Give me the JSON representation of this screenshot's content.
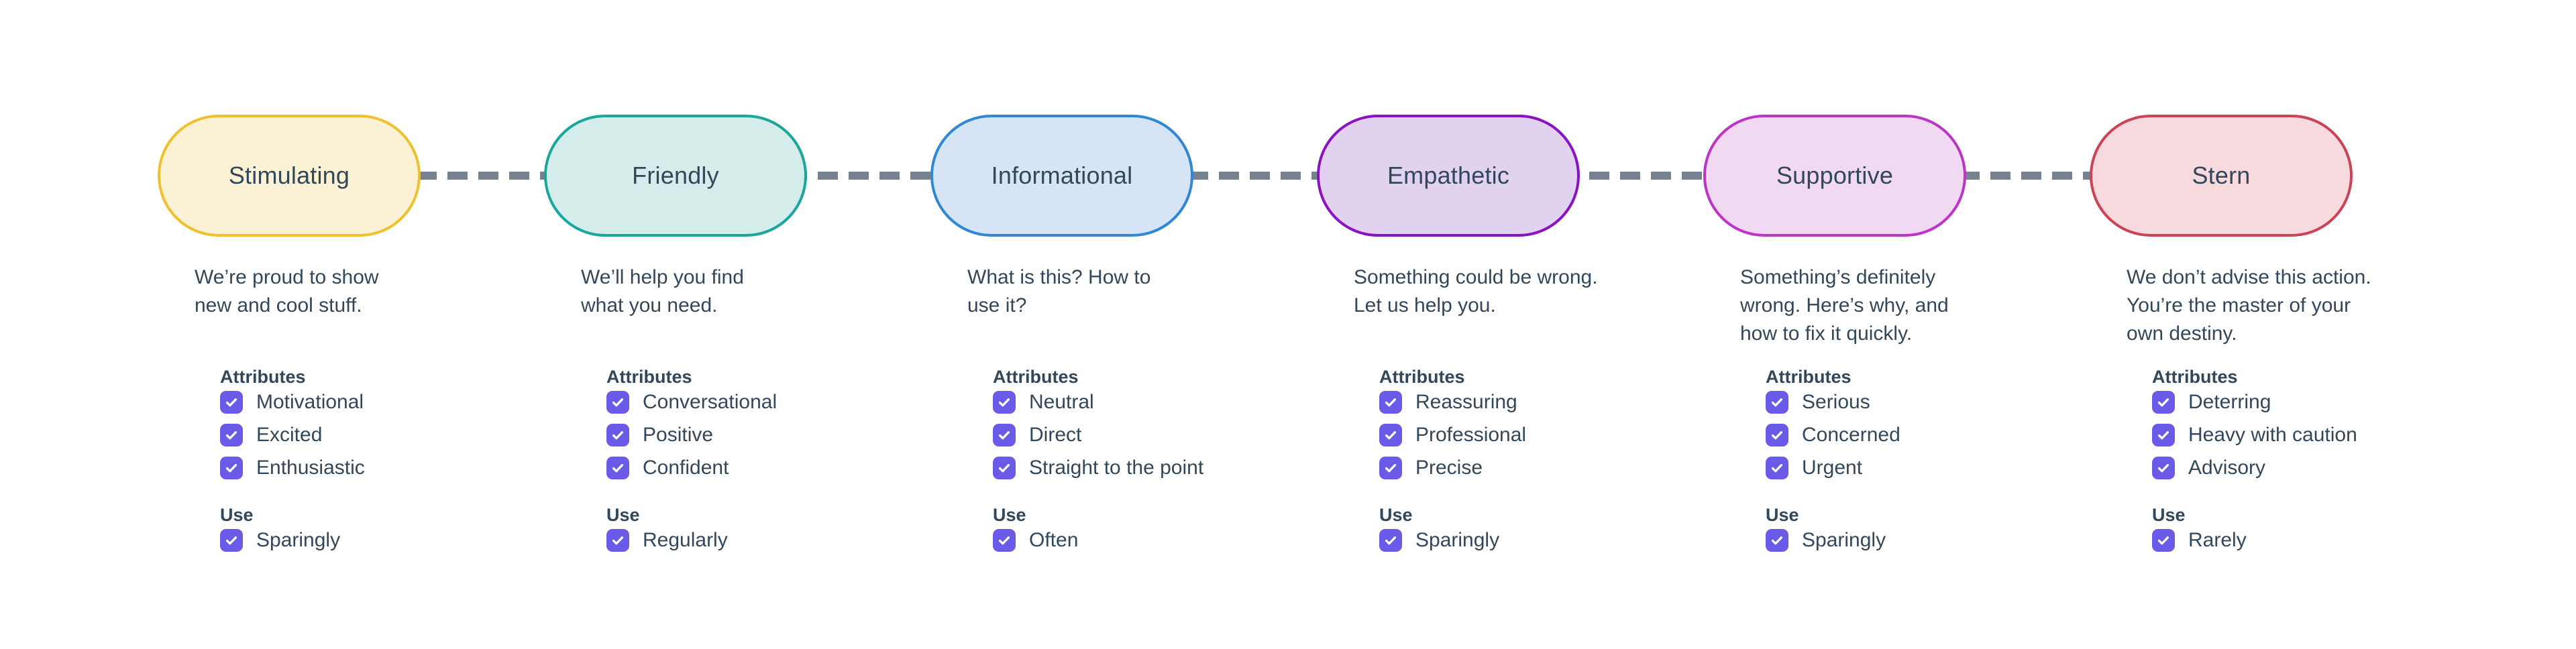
{
  "theme": {
    "background": "#ffffff",
    "text_color": "#33475b",
    "checkbox_color": "#6b5ae8",
    "connector_color": "#76828f"
  },
  "icons": {
    "checkbox": "check-icon"
  },
  "tones": [
    {
      "label": "Stimulating",
      "border_color": "#efc12f",
      "fill_color": "#fbf1d4",
      "description_lines": [
        "We’re proud to show",
        "new and cool stuff."
      ],
      "attributes_title": "Attributes",
      "attributes": [
        "Motivational",
        "Excited",
        "Enthusiastic"
      ],
      "use_title": "Use",
      "use": "Sparingly"
    },
    {
      "label": "Friendly",
      "border_color": "#19a69b",
      "fill_color": "#d4edea",
      "description_lines": [
        "We’ll help you find",
        "what you need."
      ],
      "attributes_title": "Attributes",
      "attributes": [
        "Conversational",
        "Positive",
        "Confident"
      ],
      "use_title": "Use",
      "use": "Regularly"
    },
    {
      "label": "Informational",
      "border_color": "#3187d6",
      "fill_color": "#d5e5f6",
      "description_lines": [
        "What is this? How to",
        "use it?"
      ],
      "attributes_title": "Attributes",
      "attributes": [
        "Neutral",
        "Direct",
        "Straight to the point"
      ],
      "use_title": "Use",
      "use": "Often"
    },
    {
      "label": "Empathetic",
      "border_color": "#8a12c4",
      "fill_color": "#e1d2f0",
      "description_lines": [
        "Something could be wrong.",
        "Let us help you."
      ],
      "attributes_title": "Attributes",
      "attributes": [
        "Reassuring",
        "Professional",
        "Precise"
      ],
      "use_title": "Use",
      "use": "Sparingly"
    },
    {
      "label": "Supportive",
      "border_color": "#bd34c6",
      "fill_color": "#f1d9f3",
      "description_lines": [
        "Something’s definitely",
        "wrong. Here’s why, and",
        "how to fix it quickly."
      ],
      "attributes_title": "Attributes",
      "attributes": [
        "Serious",
        "Concerned",
        "Urgent"
      ],
      "use_title": "Use",
      "use": "Sparingly"
    },
    {
      "label": "Stern",
      "border_color": "#cd4356",
      "fill_color": "#f6dade",
      "description_lines": [
        "We don’t advise this action.",
        "You’re the master of your",
        "own destiny."
      ],
      "attributes_title": "Attributes",
      "attributes": [
        "Deterring",
        "Heavy with caution",
        "Advisory"
      ],
      "use_title": "Use",
      "use": "Rarely"
    }
  ]
}
